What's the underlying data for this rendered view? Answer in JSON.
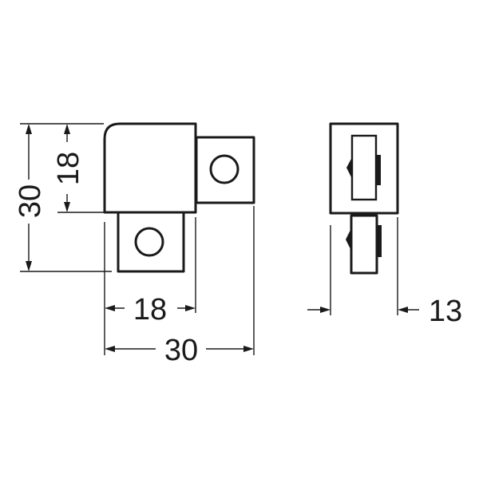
{
  "dimensions": {
    "height_total": "30",
    "height_upper": "18",
    "width_lower": "18",
    "width_total": "30",
    "depth": "13"
  }
}
